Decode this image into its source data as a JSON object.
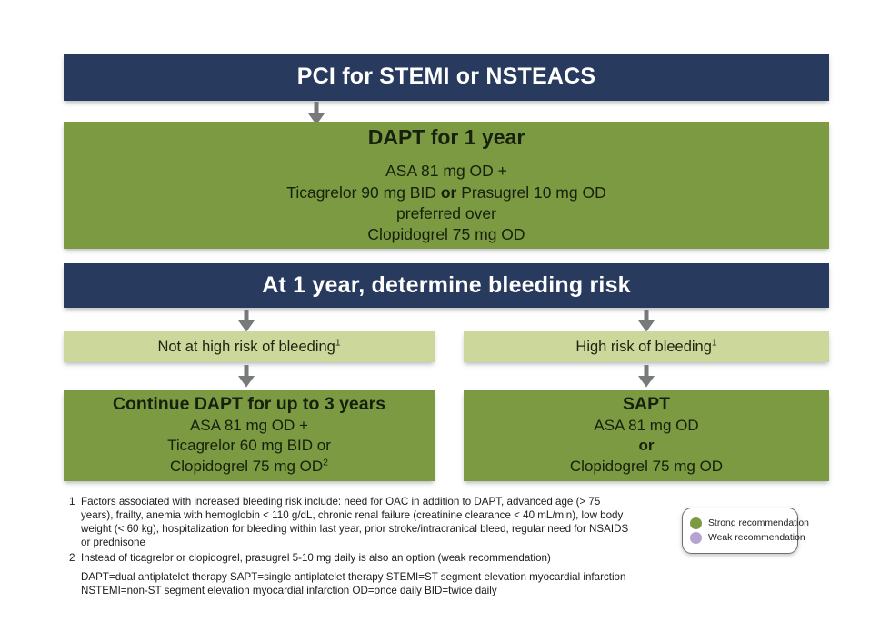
{
  "colors": {
    "navy": "#283A5E",
    "green": "#7B9A41",
    "light_green": "#CBD79B",
    "arrow_gray": "#77797B",
    "strong_dot": "#7B9A41",
    "weak_dot": "#B3A4D4",
    "background": "#FFFFFF"
  },
  "nodes": {
    "top_header": {
      "title": "PCI for STEMI or NSTEACS"
    },
    "dapt_1year": {
      "heading": "DAPT for 1 year",
      "lines": [
        "ASA 81 mg OD +",
        "Ticagrelor 90 mg BID or Prasugrel 10 mg OD",
        "preferred over",
        "Clopidogrel 75 mg OD"
      ],
      "line2_pre": "Ticagrelor 90 mg BID ",
      "line2_bold": "or",
      "line2_post": " Prasugrel 10 mg OD"
    },
    "decision_header": {
      "title": "At 1 year, determine bleeding risk"
    },
    "branch_left": {
      "label": "Not at high risk of bleeding",
      "footnote_ref": "1"
    },
    "branch_right": {
      "label": "High risk of bleeding",
      "footnote_ref": "1"
    },
    "outcome_left": {
      "heading": "Continue DAPT for up to 3 years",
      "lines": [
        "ASA 81 mg OD +",
        "Ticagrelor 60 mg BID or",
        "Clopidogrel 75 mg OD"
      ],
      "last_line_footnote_ref": "2"
    },
    "outcome_right": {
      "heading": "SAPT",
      "line1": "ASA 81 mg OD",
      "line2_bold": "or",
      "line3": "Clopidogrel 75 mg OD"
    }
  },
  "footnotes": [
    {
      "number": "1",
      "text": "Factors associated with increased bleeding risk include: need for OAC in addition to DAPT, advanced age (> 75 years), frailty, anemia with hemoglobin < 110 g/dL, chronic renal failure (creatinine clearance < 40 mL/min), low body weight (< 60 kg), hospitalization for bleeding within last year, prior stroke/intracranical bleed, regular need for NSAIDS or prednisone"
    },
    {
      "number": "2",
      "text": "Instead of ticagrelor or clopidogrel, prasugrel 5-10 mg daily is also an option (weak recommendation)"
    }
  ],
  "abbreviations": "DAPT=dual antiplatelet therapy SAPT=single antiplatelet therapy STEMI=ST segment elevation myocardial infarction NSTEMI=non-ST segment elevation myocardial infarction OD=once daily BID=twice daily",
  "legend": {
    "items": [
      {
        "label": "Strong recommendation",
        "color": "#7B9A41",
        "icon": "circle-icon"
      },
      {
        "label": "Weak recommendation",
        "color": "#B3A4D4",
        "icon": "circle-icon"
      }
    ]
  }
}
